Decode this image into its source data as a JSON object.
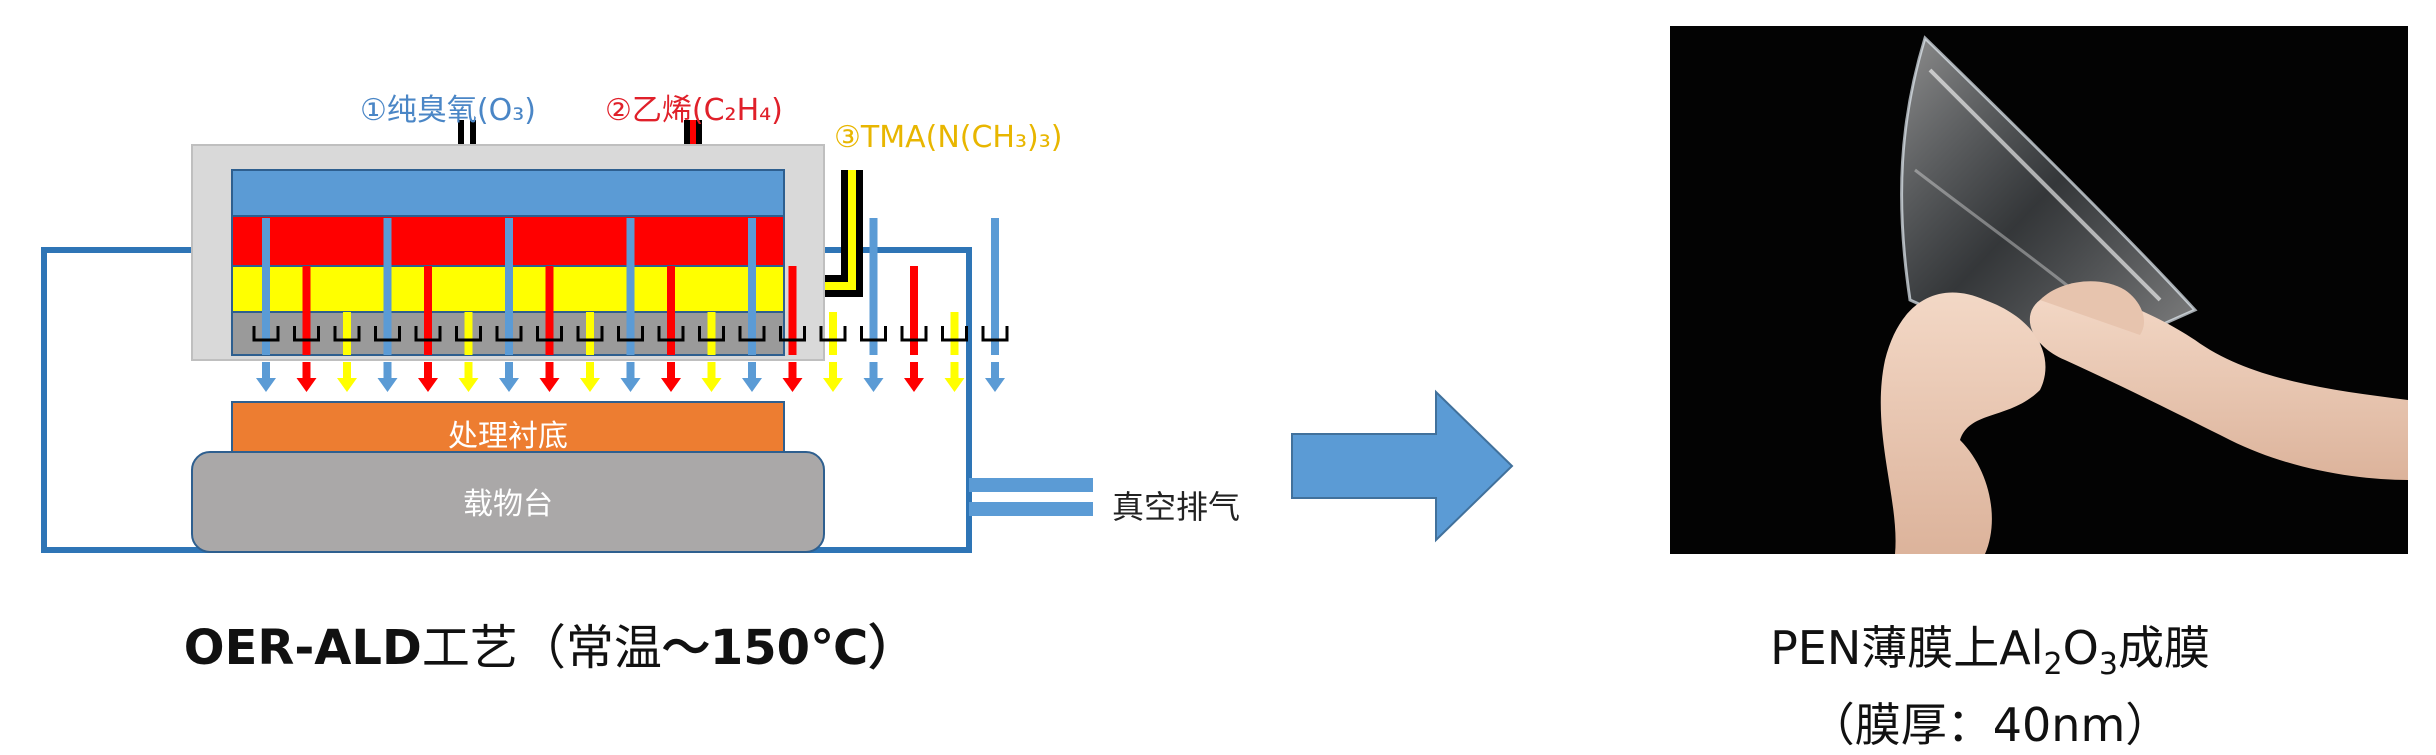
{
  "gases": {
    "ozone": {
      "label": "①纯臭氧(O₃)",
      "color": "#4a86c6"
    },
    "ethylene": {
      "label": "②乙烯(C₂H₄)",
      "color": "#e0202a"
    },
    "tma": {
      "label": "③TMA(N(CH₃)₃)",
      "color": "#e8b600"
    }
  },
  "chamber": {
    "substrate_label": "处理衬底",
    "stage_label": "载物台",
    "exhaust_label": "真空排气"
  },
  "captions": {
    "left_bold": "OER-ALD",
    "left_mid": "工艺（常温",
    "left_tail": "～150℃）",
    "right_line1_a": "PEN薄膜上Al",
    "right_line1_sub1": "2",
    "right_line1_b": "O",
    "right_line1_sub2": "3",
    "right_line1_c": "成膜",
    "right_line2": "（膜厚：40nm）"
  },
  "colors": {
    "blue": "#5b9bd5",
    "red": "#ff0000",
    "yellow": "#ffff00",
    "orange": "#ed7d31",
    "gray_stage": "#aaa8a8",
    "chamber_outline": "#2e75b6",
    "head_housing": "#d9d9d9"
  }
}
